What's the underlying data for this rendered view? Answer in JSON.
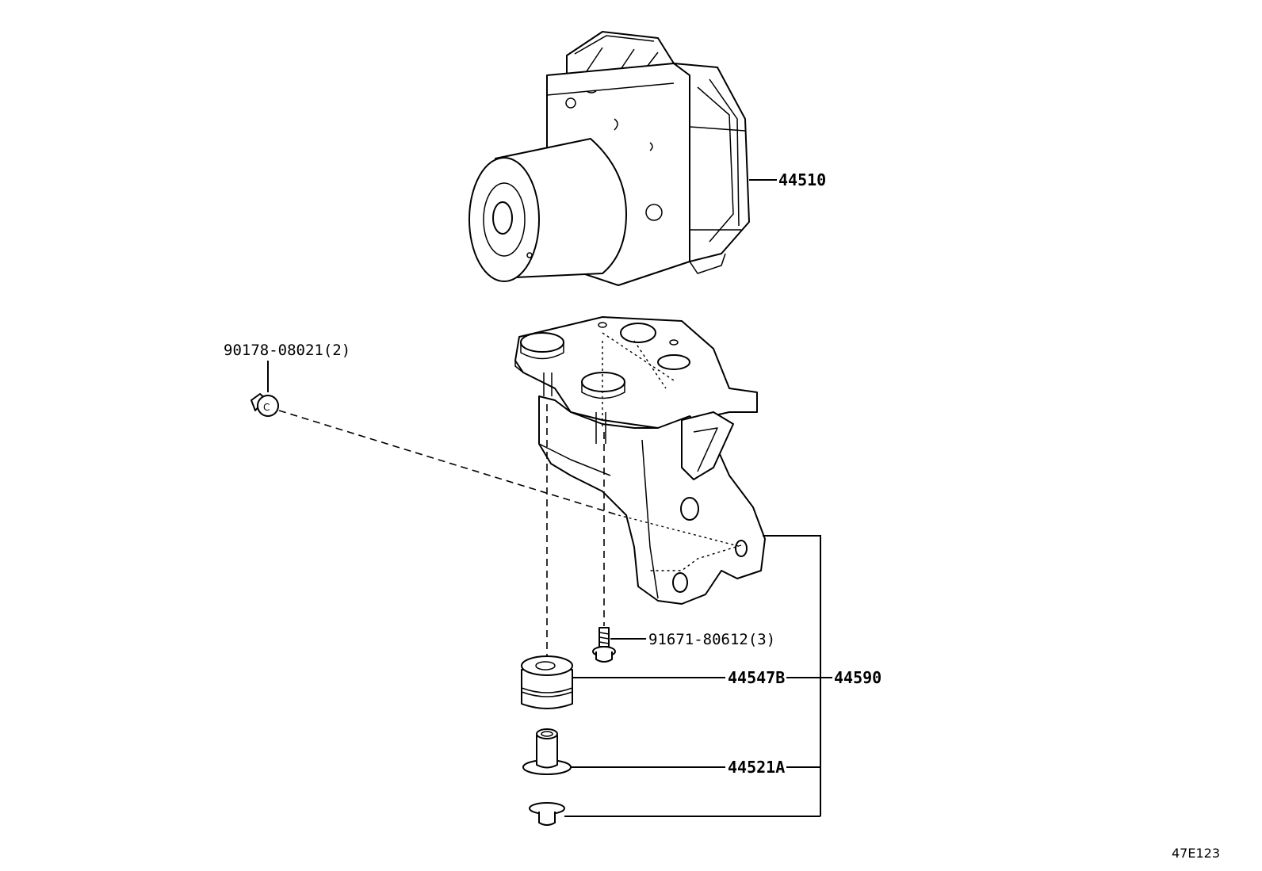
{
  "diagram": {
    "code": "47E123",
    "callouts": {
      "actuator": "44510",
      "bolt_flange": "90178-08021(2)",
      "bolt": "91671-80612(3)",
      "cushion": "44547B",
      "bracket_assembly": "44590",
      "collar": "44521A"
    }
  }
}
